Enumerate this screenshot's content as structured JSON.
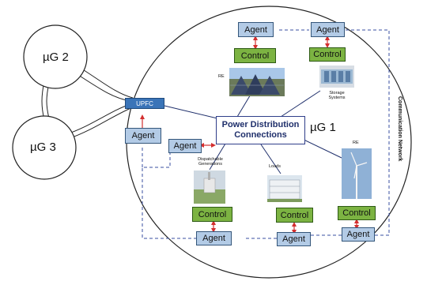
{
  "microgrids": {
    "main": "µG 1",
    "left_top": "µG 2",
    "left_bottom": "µG 3"
  },
  "central_hub": {
    "line1": "Power Distribution",
    "line2": "Connections"
  },
  "upfc": "UPFC",
  "agent_label": "Agent",
  "control_label": "Control",
  "labels": {
    "re_solar": "RE",
    "storage": [
      "Storage",
      "Systems"
    ],
    "dispatchable": [
      "Dispatchable",
      "Generations"
    ],
    "loads": "Loads",
    "re_wind": "RE"
  },
  "network_label": "Communication Network",
  "colors": {
    "agent_fill": "#b3cbe6",
    "control_fill": "#7cb342",
    "upfc_fill": "#3a74b8",
    "hub_border": "#2f3e8a",
    "link_line": "#1f2f6b",
    "network_dash": "#3a4fa0",
    "arrow_red": "#d32f2f"
  }
}
